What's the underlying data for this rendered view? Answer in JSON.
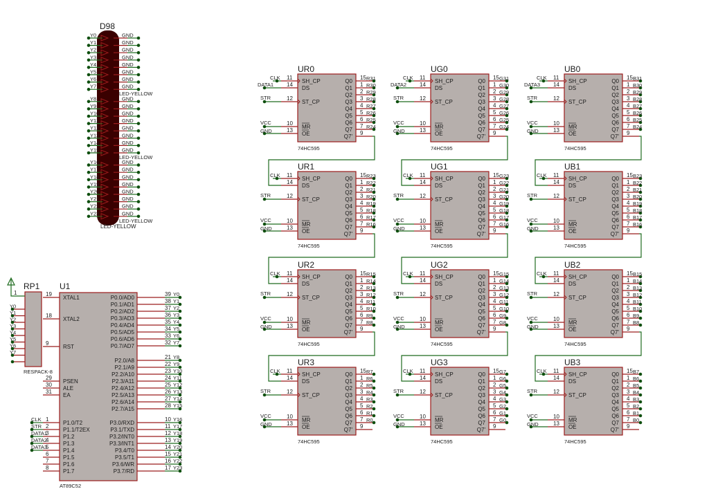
{
  "colors": {
    "chip_fill": "#b6afac",
    "chip_border": "#9b1c1c",
    "pin_line": "#9b1c1c",
    "wire": "#1e6b1e",
    "junction": "#0f4f0f",
    "led_body": "#3a0000",
    "text": "#1a1a1a"
  },
  "led_array": {
    "ref": "D98",
    "part": "LED-YELLOW",
    "left_labels": [
      "Y0",
      "Y1",
      "Y2",
      "Y3",
      "Y4",
      "Y5",
      "Y6",
      "Y7",
      "Y8",
      "Y9",
      "Y10",
      "Y11",
      "Y12",
      "Y13",
      "Y14",
      "Y15",
      "Y16",
      "Y17",
      "Y18",
      "Y19",
      "Y20",
      "Y21",
      "Y22",
      "Y23"
    ],
    "right_labels": [
      "GND",
      "GND",
      "GND",
      "GND",
      "GND",
      "GND",
      "GND",
      "GND",
      "GND",
      "GND",
      "GND",
      "GND",
      "GND",
      "GND",
      "GND",
      "GND",
      "GND",
      "GND",
      "GND",
      "GND",
      "GND",
      "GND",
      "GND",
      "GND"
    ],
    "group_labels": [
      "LED-YELLOW",
      "LED-YELLOW",
      "LED-YELLOW"
    ]
  },
  "rp1": {
    "ref": "RP1",
    "part": "RESPACK-8",
    "pin1": "1",
    "labels": [
      "Y0",
      "Y1",
      "Y2",
      "Y3",
      "Y4",
      "Y5",
      "Y6",
      "Y7"
    ]
  },
  "u1": {
    "ref": "U1",
    "part": "AT89C52",
    "left_pins": [
      {
        "num": "19",
        "name": "XTAL1"
      },
      {
        "num": "18",
        "name": "XTAL2"
      },
      {
        "num": "9",
        "name": "RST"
      },
      {
        "num": "29",
        "name": "PSEN"
      },
      {
        "num": "30",
        "name": "ALE"
      },
      {
        "num": "31",
        "name": "EA"
      },
      {
        "num": "1",
        "name": "P1.0/T2",
        "net": "CLK"
      },
      {
        "num": "2",
        "name": "P1.1/T2EX",
        "net": "STR"
      },
      {
        "num": "3",
        "name": "P1.2",
        "net": "DATA1"
      },
      {
        "num": "4",
        "name": "P1.3",
        "net": "DATA2"
      },
      {
        "num": "5",
        "name": "P1.4",
        "net": "DATA3"
      },
      {
        "num": "6",
        "name": "P1.5"
      },
      {
        "num": "7",
        "name": "P1.6"
      },
      {
        "num": "8",
        "name": "P1.7"
      }
    ],
    "right_pins": [
      {
        "num": "39",
        "name": "P0.0/AD0",
        "net": "Y0"
      },
      {
        "num": "38",
        "name": "P0.1/AD1",
        "net": "Y1"
      },
      {
        "num": "37",
        "name": "P0.2/AD2",
        "net": "Y2"
      },
      {
        "num": "36",
        "name": "P0.3/AD3",
        "net": "Y3"
      },
      {
        "num": "35",
        "name": "P0.4/AD4",
        "net": "Y4"
      },
      {
        "num": "34",
        "name": "P0.5/AD5",
        "net": "Y5"
      },
      {
        "num": "33",
        "name": "P0.6/AD6",
        "net": "Y6"
      },
      {
        "num": "32",
        "name": "P0.7/AD7",
        "net": "Y7"
      },
      {
        "num": "21",
        "name": "P2.0/A8",
        "net": "Y8"
      },
      {
        "num": "22",
        "name": "P2.1/A9",
        "net": "Y9"
      },
      {
        "num": "23",
        "name": "P2.2/A10",
        "net": "Y10"
      },
      {
        "num": "24",
        "name": "P2.3/A11",
        "net": "Y11"
      },
      {
        "num": "25",
        "name": "P2.4/A12",
        "net": "Y12"
      },
      {
        "num": "26",
        "name": "P2.5/A13",
        "net": "Y13"
      },
      {
        "num": "27",
        "name": "P2.6/A14",
        "net": "Y14"
      },
      {
        "num": "28",
        "name": "P2.7/A15",
        "net": "Y15"
      },
      {
        "num": "10",
        "name": "P3.0/RXD",
        "net": "Y16"
      },
      {
        "num": "11",
        "name": "P3.1/TXD",
        "net": "Y17"
      },
      {
        "num": "12",
        "name": "P3.2/INT0",
        "net": "Y18"
      },
      {
        "num": "13",
        "name": "P3.3/INT1",
        "net": "Y19"
      },
      {
        "num": "14",
        "name": "P3.4/T0",
        "net": "Y20"
      },
      {
        "num": "15",
        "name": "P3.5/T1",
        "net": "Y21"
      },
      {
        "num": "16",
        "name": "P3.6/WR",
        "net": "Y22"
      },
      {
        "num": "17",
        "name": "P3.7/RD",
        "net": "Y23"
      }
    ]
  },
  "shift_register": {
    "part": "74HC595",
    "left_pins": [
      {
        "num": "11",
        "name": "SH_CP"
      },
      {
        "num": "14",
        "name": "DS"
      },
      {
        "num": "12",
        "name": "ST_CP"
      },
      {
        "num": "10",
        "name": "MR"
      },
      {
        "num": "13",
        "name": "OE"
      }
    ],
    "right_pins": [
      {
        "num": "15",
        "name": "Q0"
      },
      {
        "num": "1",
        "name": "Q1"
      },
      {
        "num": "2",
        "name": "Q2"
      },
      {
        "num": "3",
        "name": "Q3"
      },
      {
        "num": "4",
        "name": "Q4"
      },
      {
        "num": "5",
        "name": "Q5"
      },
      {
        "num": "6",
        "name": "Q6"
      },
      {
        "num": "7",
        "name": "Q7"
      },
      {
        "num": "9",
        "name": "Q7'"
      }
    ],
    "net_labels": {
      "clk": "CLK",
      "str": "STR",
      "vcc": "VCC",
      "gnd": "GND"
    }
  },
  "registers": [
    {
      "ref": "UR0",
      "data_in": "DATA1",
      "outputs": [
        "R31",
        "R30",
        "R29",
        "R28",
        "R27",
        "R26",
        "R25",
        "R24"
      ]
    },
    {
      "ref": "UG0",
      "data_in": "DATA2",
      "outputs": [
        "G31",
        "G30",
        "G29",
        "G28",
        "G27",
        "G26",
        "G25",
        "G24"
      ]
    },
    {
      "ref": "UB0",
      "data_in": "DATA3",
      "outputs": [
        "B31",
        "B30",
        "B29",
        "B28",
        "B27",
        "B26",
        "B25",
        "B24"
      ]
    },
    {
      "ref": "UR1",
      "data_in": "",
      "outputs": [
        "R23",
        "R22",
        "R21",
        "R20",
        "R19",
        "R18",
        "R17",
        "R16"
      ]
    },
    {
      "ref": "UG1",
      "data_in": "",
      "outputs": [
        "G23",
        "G22",
        "G21",
        "G20",
        "G19",
        "G18",
        "G17",
        "G16"
      ]
    },
    {
      "ref": "UB1",
      "data_in": "",
      "outputs": [
        "B23",
        "B22",
        "B21",
        "B20",
        "B19",
        "B18",
        "B17",
        "B16"
      ]
    },
    {
      "ref": "UR2",
      "data_in": "",
      "outputs": [
        "R15",
        "R14",
        "R13",
        "R12",
        "R11",
        "R10",
        "R9",
        "R8"
      ]
    },
    {
      "ref": "UG2",
      "data_in": "",
      "outputs": [
        "G15",
        "G14",
        "G13",
        "G12",
        "G11",
        "G10",
        "G9",
        "G8"
      ]
    },
    {
      "ref": "UB2",
      "data_in": "",
      "outputs": [
        "B15",
        "B14",
        "B13",
        "B12",
        "B11",
        "B10",
        "B9",
        "B8"
      ]
    },
    {
      "ref": "UR3",
      "data_in": "",
      "outputs": [
        "R7",
        "R6",
        "R5",
        "R4",
        "R3",
        "R2",
        "R1",
        "R0"
      ]
    },
    {
      "ref": "UG3",
      "data_in": "",
      "outputs": [
        "G7",
        "G6",
        "G5",
        "G4",
        "G3",
        "G2",
        "G1",
        "G0"
      ]
    },
    {
      "ref": "UB3",
      "data_in": "",
      "outputs": [
        "B7",
        "B6",
        "B5",
        "B4",
        "B3",
        "B2",
        "B1",
        "B0"
      ]
    }
  ]
}
